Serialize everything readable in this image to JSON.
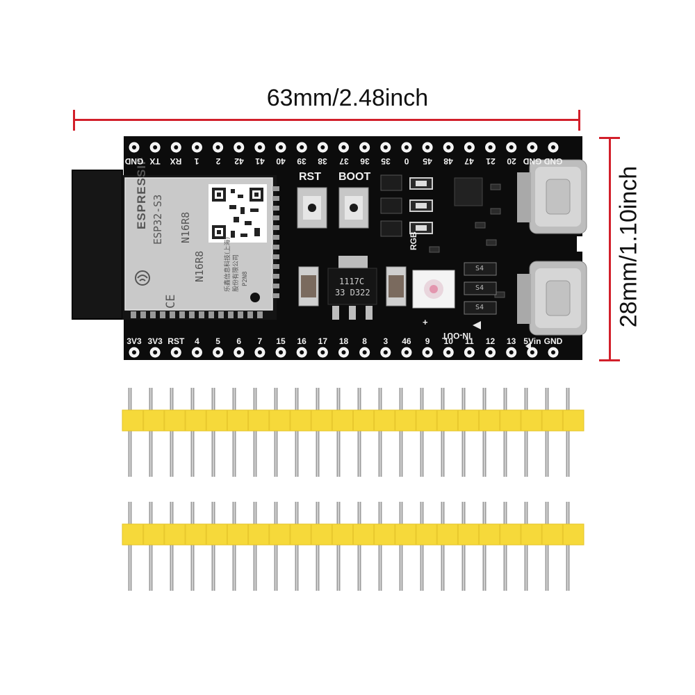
{
  "dimensions": {
    "width": "63mm/2.48inch",
    "height": "28mm/1.10inch"
  },
  "board": {
    "top_pins": [
      "GND",
      "TX",
      "RX",
      "1",
      "2",
      "42",
      "41",
      "40",
      "39",
      "38",
      "37",
      "36",
      "35",
      "0",
      "45",
      "48",
      "47",
      "21",
      "20",
      "GND",
      "GND"
    ],
    "bottom_pins": [
      "3V3",
      "3V3",
      "RST",
      "4",
      "5",
      "6",
      "7",
      "15",
      "16",
      "17",
      "18",
      "8",
      "3",
      "46",
      "9",
      "10",
      "11",
      "12",
      "13",
      "5Vin",
      "GND"
    ],
    "buttons": {
      "rst": "RST",
      "boot": "BOOT"
    },
    "led_label": "RGB",
    "in_out_label": "IN-OUT",
    "plus_label": "+",
    "module": {
      "brand": "ESPRESSIF",
      "model": "ESP32-S3",
      "variant": "N16R8",
      "variant_repeat": "N16R8",
      "ce_mark": "CE",
      "vendor_line1": "乐鑫信息科技(上海)",
      "vendor_line2": "股份有限公司",
      "code": "P2N8"
    },
    "regulator": {
      "line1": "1117C",
      "line2": "33 D322"
    },
    "diode_label": "S4"
  },
  "colors": {
    "pcb": "#0c0c0c",
    "module_shield": "#c9c9c9",
    "header_plastic": "#f6d93a",
    "pin_metal": "#9a9a9a",
    "dimension_line": "#d21f2a"
  }
}
